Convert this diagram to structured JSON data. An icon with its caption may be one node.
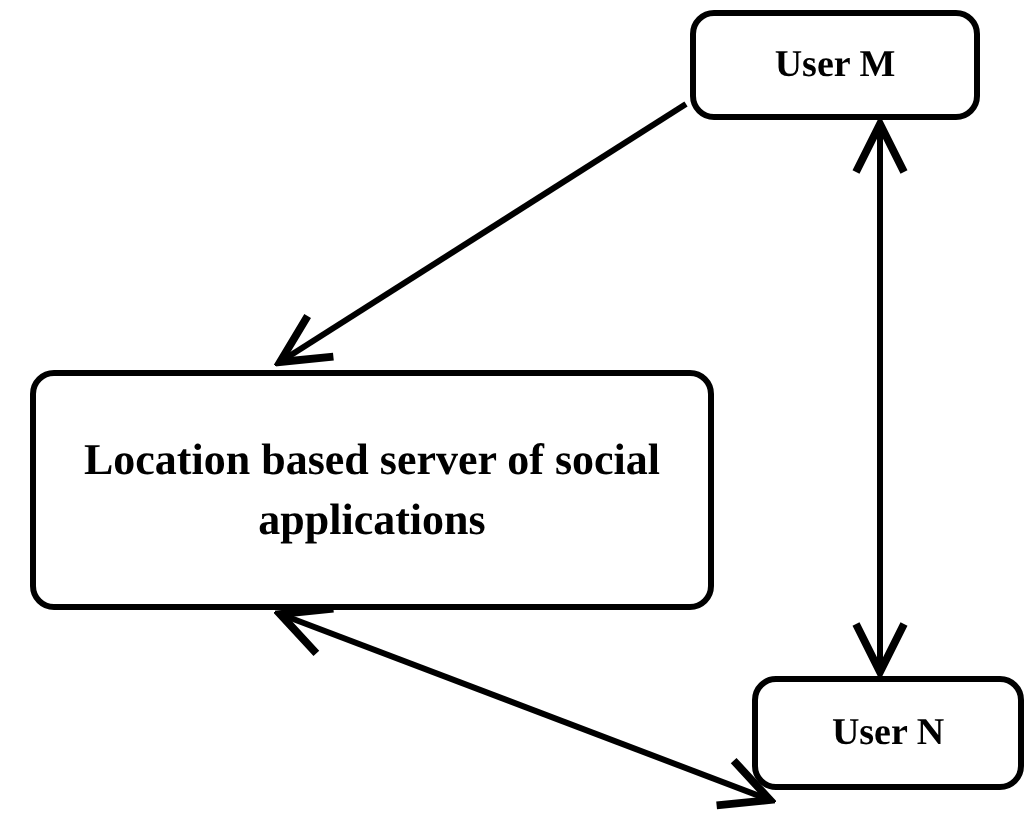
{
  "diagram": {
    "nodes": [
      {
        "text": [
          "User M"
        ]
      },
      {
        "text": [
          "Location based server of social applications"
        ]
      },
      {
        "text": [
          "User N"
        ]
      }
    ],
    "edges": [
      {
        "from": 0,
        "to": 1,
        "arrow": "to"
      },
      {
        "from": 0,
        "to": 2,
        "arrow": "both"
      },
      {
        "from": 1,
        "to": 2,
        "arrow": "both"
      }
    ]
  }
}
